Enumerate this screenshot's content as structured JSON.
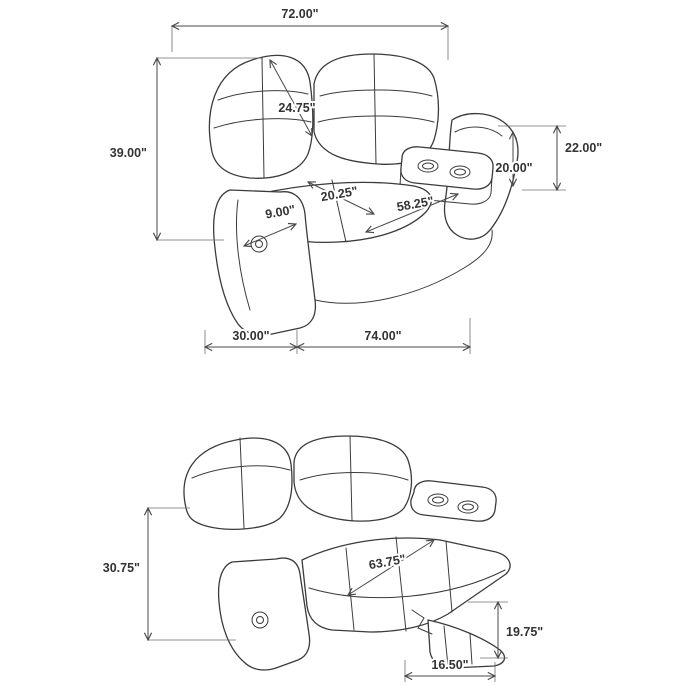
{
  "diagram_title": "loveseat-dimension-diagram",
  "dims": {
    "overall_width": "72.00\"",
    "back_cushion_height": "24.75\"",
    "overall_height": "39.00\"",
    "arm_height": "22.00\"",
    "console_height": "20.00\"",
    "seat_depth": "20.25\"",
    "interior_seat_width": "58.25\"",
    "seat_thickness": "9.00\"",
    "overall_depth": "30.00\"",
    "overall_length": "74.00\"",
    "reclined_height": "30.75\"",
    "reclined_length": "63.75\"",
    "footrest_height": "19.75\"",
    "footrest_depth": "16.50\""
  }
}
